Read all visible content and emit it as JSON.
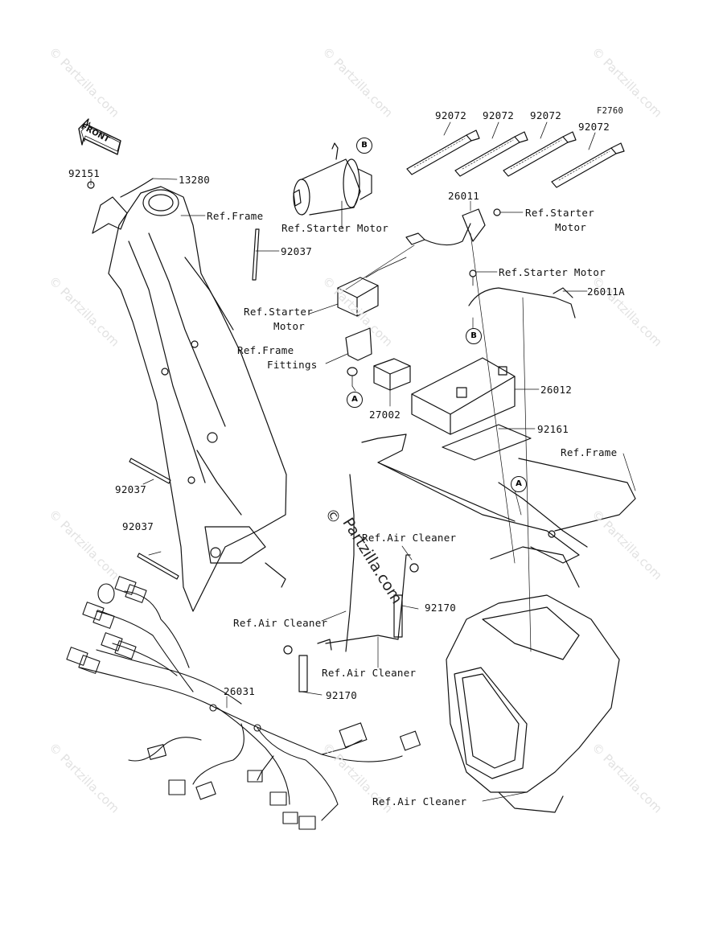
{
  "figure_code": "F2760",
  "front_label": "FRONT",
  "watermarks": {
    "tile": "© Partzilla.com",
    "center_copyright": "©",
    "center": "Partzilla.com"
  },
  "markers": {
    "a": "A",
    "b": "B"
  },
  "labels": {
    "p92072_1": "92072",
    "p92072_2": "92072",
    "p92072_3": "92072",
    "p92072_4": "92072",
    "p92151": "92151",
    "p13280": "13280",
    "ref_frame_top": "Ref.Frame",
    "p92037_top": "92037",
    "ref_starter_motor_1": "Ref.Starter Motor",
    "p26011": "26011",
    "ref_starter_motor_2a": "Ref.Starter",
    "ref_starter_motor_2b": "Motor",
    "ref_starter_motor_3": "Ref.Starter Motor",
    "p26011a": "26011A",
    "ref_starter_motor_4a": "Ref.Starter",
    "ref_starter_motor_4b": "Motor",
    "ref_frame_fittings_a": "Ref.Frame",
    "ref_frame_fittings_b": "Fittings",
    "p26012": "26012",
    "p27002": "27002",
    "p92161": "92161",
    "ref_frame_right": "Ref.Frame",
    "p92037_mid": "92037",
    "p92037_low": "92037",
    "ref_air_cleaner_1": "Ref.Air Cleaner",
    "p92170_top": "92170",
    "ref_air_cleaner_2": "Ref.Air Cleaner",
    "ref_air_cleaner_3": "Ref.Air Cleaner",
    "p26031": "26031",
    "p92170_low": "92170",
    "ref_air_cleaner_4": "Ref.Air Cleaner"
  }
}
